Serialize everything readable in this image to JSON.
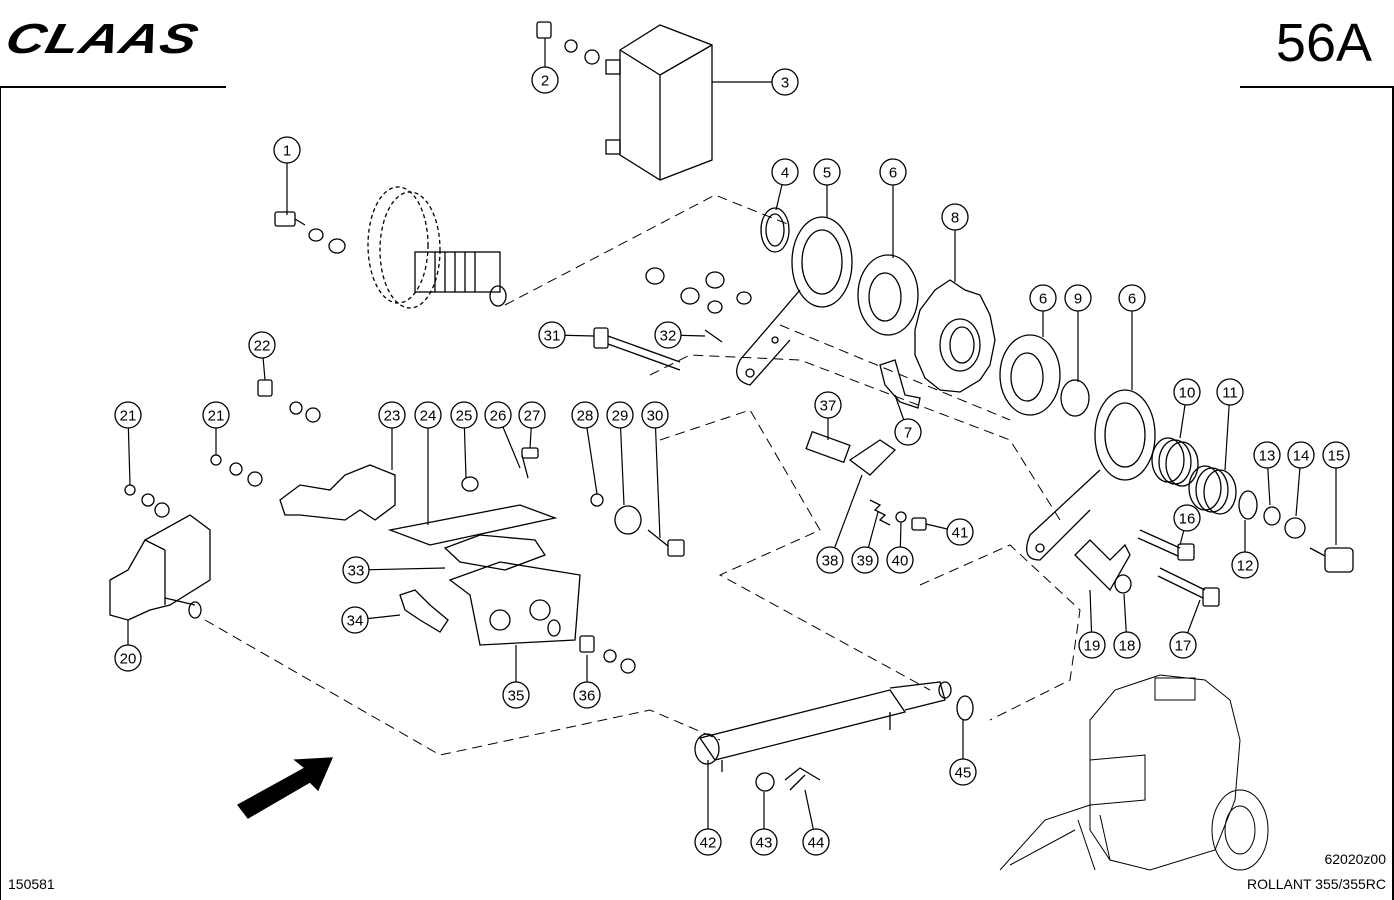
{
  "header": {
    "brand": "CLAAS",
    "page_number": "56A"
  },
  "footer": {
    "sheet_id": "150581",
    "drawing_code": "62020z00",
    "model": "ROLLANT 355/355RC"
  },
  "callouts": [
    {
      "label": "1"
    },
    {
      "label": "2"
    },
    {
      "label": "3"
    },
    {
      "label": "4"
    },
    {
      "label": "5"
    },
    {
      "label": "6"
    },
    {
      "label": "6"
    },
    {
      "label": "6"
    },
    {
      "label": "7"
    },
    {
      "label": "8"
    },
    {
      "label": "9"
    },
    {
      "label": "10"
    },
    {
      "label": "11"
    },
    {
      "label": "12"
    },
    {
      "label": "13"
    },
    {
      "label": "14"
    },
    {
      "label": "15"
    },
    {
      "label": "16"
    },
    {
      "label": "17"
    },
    {
      "label": "18"
    },
    {
      "label": "19"
    },
    {
      "label": "20"
    },
    {
      "label": "21"
    },
    {
      "label": "21"
    },
    {
      "label": "22"
    },
    {
      "label": "23"
    },
    {
      "label": "24"
    },
    {
      "label": "25"
    },
    {
      "label": "26"
    },
    {
      "label": "27"
    },
    {
      "label": "28"
    },
    {
      "label": "29"
    },
    {
      "label": "30"
    },
    {
      "label": "31"
    },
    {
      "label": "32"
    },
    {
      "label": "33"
    },
    {
      "label": "34"
    },
    {
      "label": "35"
    },
    {
      "label": "36"
    },
    {
      "label": "37"
    },
    {
      "label": "38"
    },
    {
      "label": "39"
    },
    {
      "label": "40"
    },
    {
      "label": "41"
    },
    {
      "label": "42"
    },
    {
      "label": "43"
    },
    {
      "label": "44"
    },
    {
      "label": "45"
    }
  ]
}
